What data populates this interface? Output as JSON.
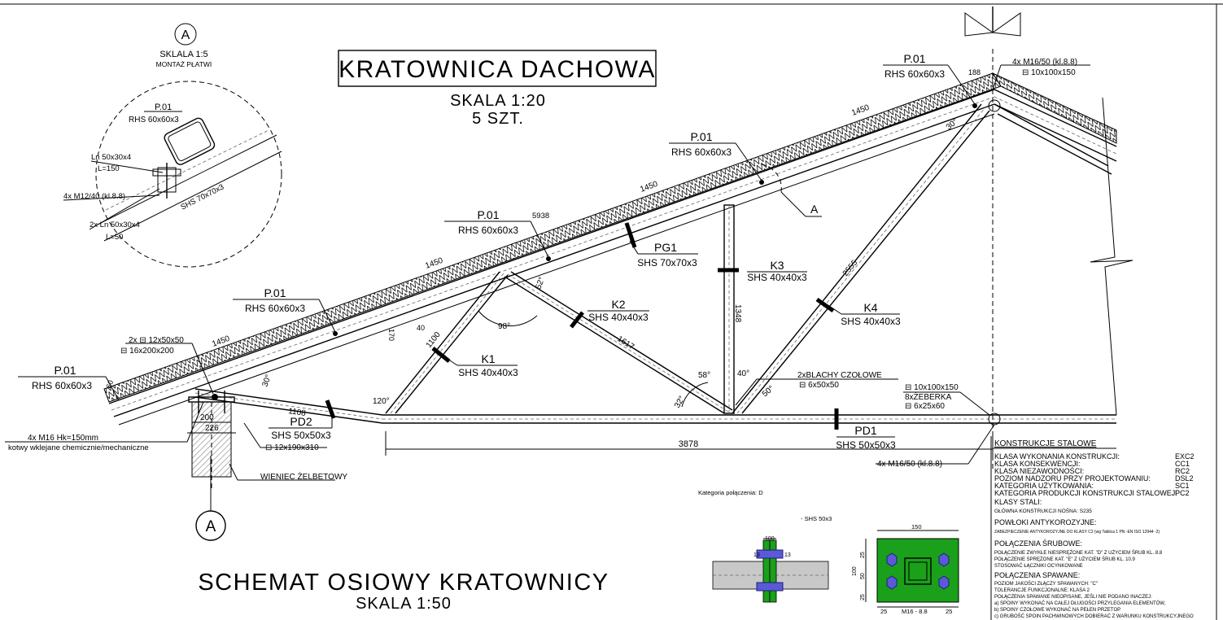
{
  "title": "KRATOWNICA DACHOWA",
  "scale_main": "SKALA 1:20",
  "quantity": "5 SZT.",
  "detail": {
    "marker": "A",
    "scale": "SKLALA 1:5",
    "subtitle": "MONTAŻ PŁATWI",
    "p01": "P.01",
    "rhs": "RHS 60x60x3",
    "ln1": "Ln 50x30x4",
    "l150": "L=150",
    "bolts": "4x M12/40 (kl.8.8)",
    "ln2": "2x Ln 50x30x4",
    "l50": "L=50",
    "shs": "SHS 70x70x3"
  },
  "purlins": {
    "label": "P.01",
    "profile": "RHS 60x60x3"
  },
  "members": {
    "pg1": "PG1",
    "pg1_profile": "SHS 70x70x3",
    "k1": "K1",
    "k1_profile": "SHS 40x40x3",
    "k2": "K2",
    "k2_profile": "SHS 40x40x3",
    "k3": "K3",
    "k3_profile": "SHS 40x40x3",
    "k4": "K4",
    "k4_profile": "SHS 40x40x3",
    "pd1": "PD1",
    "pd1_profile": "SHS 50x50x3",
    "pd2": "PD2",
    "pd2_profile": "SHS 50x50x3"
  },
  "dimensions": {
    "d1450": "1450",
    "d5938": "5938",
    "d1100": "1100",
    "d1617": "1617",
    "d1348": "1348",
    "d2555": "2555",
    "d3878": "3878",
    "d1108": "1108",
    "d200": "200",
    "d226": "226",
    "d170": "170",
    "d40": "40",
    "d60": "60",
    "d188": "188",
    "a98": "98°",
    "a52": "52°",
    "a30": "30°",
    "a120": "120°",
    "a58": "58°",
    "a40": "40°",
    "a32": "32°",
    "a50": "50°"
  },
  "annotations": {
    "plates1": "2x ⊟ 12x50x50",
    "plate2": "⊟ 16x200x200",
    "anchors": "4x M16 Hk=150mm",
    "anchors_note": "kotwy wklejane chemicznie/mechaniczne",
    "plate3": "⊟ 12x190x310",
    "rim": "WIENIEC ŻELBETOWY",
    "endplates": "2xBLACHY CZOŁOWE",
    "endplate_size": "⊟ 6x50x50",
    "ridge_bolts": "4x M16/50 (kl.8.8)",
    "ridge_plate": "⊟ 10x100x150",
    "bottom_plate": "⊟ 10x100x150",
    "ribs": "8xŻEBERKA",
    "rib_size": "⊟ 6x25x60",
    "bottom_bolts": "4x M16/50 (kl.8.8)",
    "section_marker": "A",
    "section_a": "A"
  },
  "schema": {
    "title": "SCHEMAT OSIOWY KRATOWNICY",
    "scale": "SKALA 1:50"
  },
  "connection": {
    "category": "Kategoria połączenia: D",
    "shs": "- SHS 50x3",
    "dim100": "100",
    "dim13": "13",
    "dim150": "150",
    "dim25": "25",
    "dim50": "50",
    "dim100b": "100",
    "bolt_label": "M16 - 8.8",
    "colors": {
      "plate": "#1aa01a",
      "bolt": "#5a5ad8",
      "bolt_dark": "#1f1f7a"
    }
  },
  "notes": {
    "header": "KONSTRUKCJE STALOWE",
    "rows": [
      {
        "label": "KLASA WYKONANIA KONSTRUKCJI:",
        "value": "EXC2"
      },
      {
        "label": "KLASA KONSEKWENCJI:",
        "value": "CC1"
      },
      {
        "label": "KLASA NIEZAWODNOŚCI:",
        "value": "RC2"
      },
      {
        "label": "POZIOM NADZORU PRZY PROJEKTOWANIU:",
        "value": "DSL2"
      },
      {
        "label": "KATEGORIA UŻYTKOWANIA:",
        "value": "SC1"
      },
      {
        "label": "KATEGORIA PRODUKCJI KONSTRUKCJI STALOWEJ:",
        "value": "PC2"
      }
    ],
    "steel_header": "KLASY STALI:",
    "steel_main": "GŁÓWNA KONSTRUKCJI NOŚNA: S235",
    "coat_header": "POWŁOKI ANTYKOROZYJNE:",
    "coat_text": "ZABEZPIECZENIE ANTYKOROZYJNE DO KLASY C2 (wg Tablica 1 PN -EN ISO 12944 -2)",
    "bolt_header": "POŁĄCZENIA ŚRUBOWE:",
    "bolt_lines": [
      "POŁĄCZENIE ZWYKŁE NIESPRĘŻONE KAT. \"D\" Z UŻYCIEM ŚRUB KL. 8.8",
      "POŁĄCZENIE SPRĘŻONE KAT. \"E\" Z UŻYCIEM ŚRUB KL. 10.9",
      "STOSOWAĆ ŁĄCZNIKI OCYNKOWANE"
    ],
    "weld_header": "POŁĄCZENIA SPAWANE:",
    "weld_lines": [
      "POZIOM JAKOŚCI ZŁĄCZY SPAWANYCH: \"C\"",
      "TOLERANCJE FUNKCJONALNE: KLASA 2",
      "POŁĄCZENIA SPAWANE NIEOPISANE, JEŚLI NIE PODANO INACZEJ:",
      "a) SPOINY WYKONAĆ NA CAŁEJ DŁUGOŚCI PRZYLEGANIA ELEMENTÓW,",
      "b) SPOINY CZOŁOWE WYKONAĆ NA PEŁEN PRZETOP",
      "c) GRUBOŚĆ SPOIN PACHWINOWYCH DOBIERAĆ Z WARUNKU KONSTRUKCYJNEGO"
    ]
  }
}
